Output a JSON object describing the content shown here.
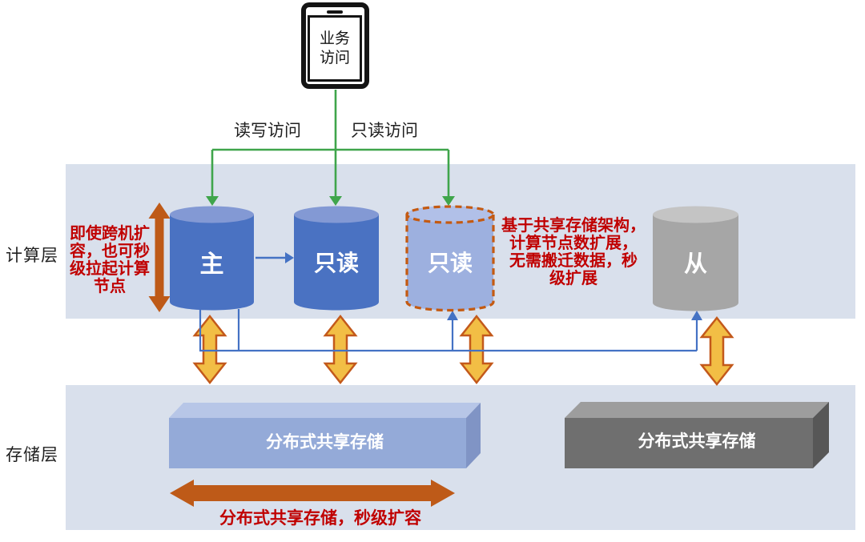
{
  "title": "shared-storage database architecture diagram",
  "colors": {
    "layer_band": "#d9e0ec",
    "primary_cylinder": "#4a72c2",
    "cylinder_top": "#8399d4",
    "readonly_dashed_fill": "#9db0df",
    "readonly_dashed_top": "#b1c0e8",
    "dashed_border": "#c45a11",
    "standby_cylinder": "#a6a6a6",
    "standby_cylinder_top": "#c4c4c4",
    "green_arrow": "#3fa54b",
    "blue_connector": "#4472c4",
    "gold_arrow_fill": "#f2be45",
    "gold_arrow_border": "#c3591b",
    "brown_arrow": "#be5a18",
    "annotation_red": "#c00000",
    "storage_box_blue_front": "#94aad8",
    "storage_box_blue_top": "#b7c6e7",
    "storage_box_blue_side": "#8094c5",
    "storage_box_gray_front": "#6f6f6f",
    "storage_box_gray_top": "#9d9d9d",
    "storage_box_gray_side": "#575757"
  },
  "device": {
    "label": "业务访问",
    "lines": [
      "业务",
      "访问"
    ]
  },
  "flow_labels": {
    "read_write": "读写访问",
    "read_only": "只读访问"
  },
  "layer_labels": {
    "compute": "计算层",
    "storage": "存储层"
  },
  "compute_nodes": {
    "primary": "主",
    "readonly1": "只读",
    "readonly2": "只读",
    "standby": "从"
  },
  "storage_boxes": {
    "left_label": "分布式共享存储",
    "right_label": "分布式共享存储"
  },
  "annotations": {
    "left_text": "即使跨机扩容，也可秒级拉起计算节点",
    "left_lines": [
      "即使跨机扩",
      "容，也可秒",
      "级拉起计算",
      "节点"
    ],
    "middle_text": "基于共享存储架构，计算节点数扩展，无需搬迁数据，秒级扩展",
    "middle_lines": [
      "基于共享存储架构，",
      "计算节点数扩展，",
      "无需搬迁数据，秒",
      "级扩展"
    ],
    "bottom_text": "分布式共享存储，秒级扩容"
  }
}
